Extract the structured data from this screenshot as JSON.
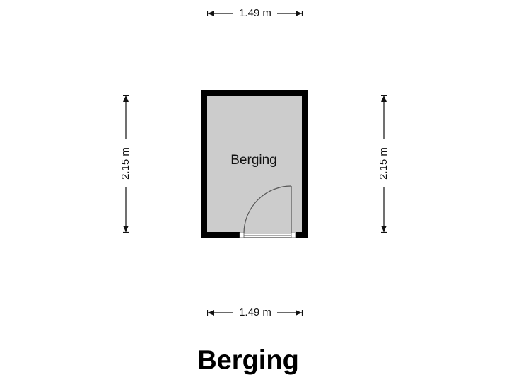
{
  "plan": {
    "title": "Berging",
    "colors": {
      "wall": "#000000",
      "floor": "#cccccc",
      "dimension_line": "#111111",
      "door_line": "#555555",
      "background": "#ffffff"
    }
  },
  "room": {
    "label": "Berging",
    "width_m": 1.49,
    "depth_m": 2.15
  },
  "dimensions": {
    "top": {
      "label": "1.49 m",
      "orientation": "horizontal"
    },
    "bottom": {
      "label": "1.49 m",
      "orientation": "horizontal"
    },
    "left": {
      "label": "2.15 m",
      "orientation": "vertical"
    },
    "right": {
      "label": "2.15 m",
      "orientation": "vertical"
    }
  },
  "door": {
    "position": "bottom-wall",
    "swing": "inward",
    "hinge_side": "right"
  }
}
